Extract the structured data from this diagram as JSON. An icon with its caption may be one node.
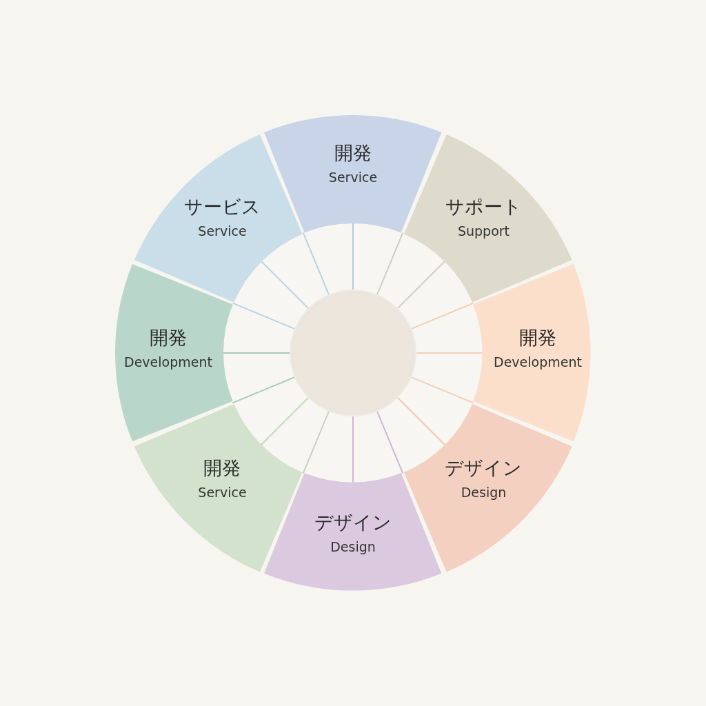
{
  "diagram": {
    "nodes": [
      {
        "text": [],
        "shape": "circle"
      },
      {
        "text": [
          "開発",
          "Service"
        ]
      },
      {
        "text": [
          "サポート",
          "Support"
        ]
      },
      {
        "text": [
          "開発",
          "Development"
        ]
      },
      {
        "text": [
          "デザイン",
          "Design"
        ]
      },
      {
        "text": [
          "デザイン",
          "Design"
        ]
      },
      {
        "text": [
          "開発",
          "Service"
        ]
      },
      {
        "text": [
          "開発",
          "Development"
        ]
      },
      {
        "text": [
          "サービス",
          "Service"
        ]
      }
    ],
    "edges": [
      {
        "from": 0,
        "to": 1,
        "arrow": "none",
        "color": "#b7c8e0"
      },
      {
        "from": 0,
        "to": 2,
        "arrow": "none",
        "color": "#cfcfbf"
      },
      {
        "from": 0,
        "to": 2,
        "arrow": "none",
        "color": "#cfcfbf"
      },
      {
        "from": 0,
        "to": 3,
        "arrow": "none",
        "color": "#f5cfb3"
      },
      {
        "from": 0,
        "to": 3,
        "arrow": "none",
        "color": "#f5cfb3"
      },
      {
        "from": 0,
        "to": 3,
        "arrow": "none",
        "color": "#f5cfb3"
      },
      {
        "from": 0,
        "to": 4,
        "arrow": "none",
        "color": "#f3c4b0"
      },
      {
        "from": 0,
        "to": 5,
        "arrow": "none",
        "color": "#cdb8d8"
      },
      {
        "from": 0,
        "to": 5,
        "arrow": "none",
        "color": "#cdb8d8"
      },
      {
        "from": 0,
        "to": 6,
        "arrow": "none",
        "color": "#c8d2c4"
      },
      {
        "from": 0,
        "to": 6,
        "arrow": "none",
        "color": "#c5d8bd"
      },
      {
        "from": 0,
        "to": 7,
        "arrow": "none",
        "color": "#a9cbb8"
      },
      {
        "from": 0,
        "to": 7,
        "arrow": "none",
        "color": "#a9cbb8"
      },
      {
        "from": 0,
        "to": 8,
        "arrow": "none",
        "color": "#b9d2e6"
      },
      {
        "from": 0,
        "to": 8,
        "arrow": "none",
        "color": "#b9d2e6"
      },
      {
        "from": 0,
        "to": 8,
        "arrow": "none",
        "color": "#b9d2e6"
      }
    ]
  }
}
